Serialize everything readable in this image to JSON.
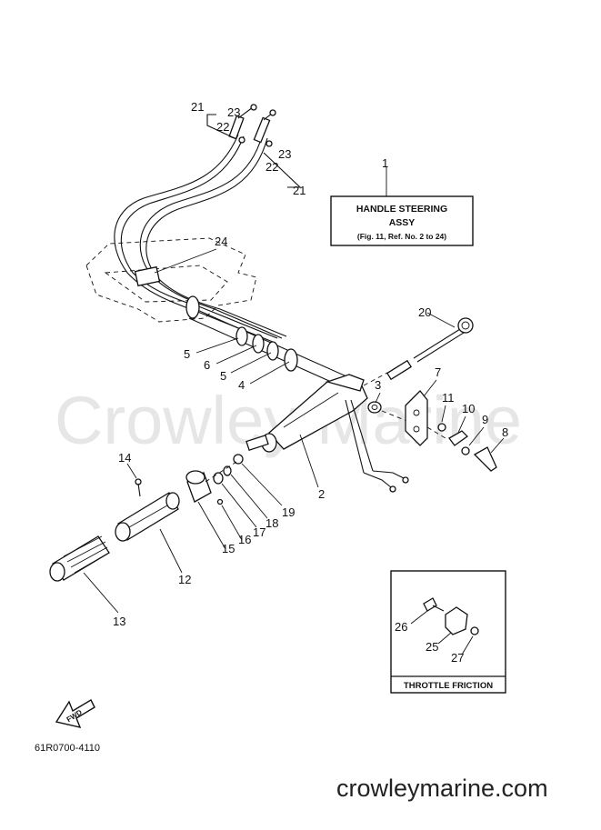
{
  "watermark": "Crowley Marine",
  "site": "crowleymarine.com",
  "diagram_code": "61R0700-4110",
  "fwd_label": "FWD",
  "assembly_box": {
    "line1": "HANDLE STEERING",
    "line2": "ASSY",
    "line3": "(Fig. 11, Ref. No. 2 to 24)"
  },
  "friction_box": {
    "title": "THROTTLE FRICTION"
  },
  "callouts": {
    "p1": "1",
    "p2": "2",
    "p3": "3",
    "p4": "4",
    "p5a": "5",
    "p5b": "5",
    "p6": "6",
    "p7": "7",
    "p8": "8",
    "p9": "9",
    "p10": "10",
    "p11": "11",
    "p12": "12",
    "p13": "13",
    "p14": "14",
    "p15": "15",
    "p16": "16",
    "p17": "17",
    "p18": "18",
    "p19": "19",
    "p20": "20",
    "p21a": "21",
    "p21b": "21",
    "p22a": "22",
    "p22b": "22",
    "p23a": "23",
    "p23b": "23",
    "p24": "24",
    "p25": "25",
    "p26": "26",
    "p27": "27"
  }
}
